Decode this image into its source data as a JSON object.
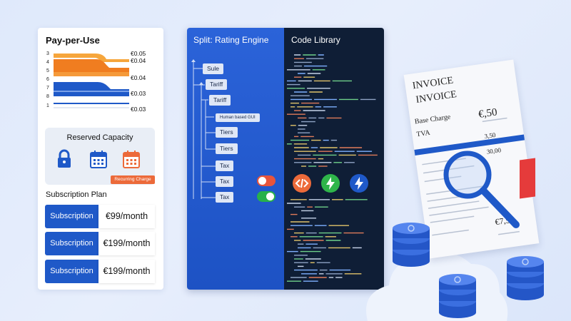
{
  "pay_per_use": {
    "title": "Pay-per-Use",
    "row_labels": [
      "3",
      "4",
      "5",
      "6",
      "7",
      "8",
      "1"
    ],
    "prices": [
      "€0.05",
      "€0.04",
      "€0.04",
      "€0.03",
      "€0.03"
    ],
    "colors": {
      "orange": "#f07d20",
      "orange_light": "#f6a63c",
      "blue": "#1f59c8",
      "blue_light": "#7aa0e8"
    }
  },
  "reserved_capacity": {
    "title": "Reserved Capacity",
    "icons": [
      "lock-icon",
      "calendar-icon",
      "calendar-orange-icon"
    ],
    "badge": "Recurring Charge"
  },
  "subscription_plan": {
    "title": "Subscription Plan",
    "rows": [
      {
        "label": "Subscription",
        "price": "€99/month"
      },
      {
        "label": "Subscription",
        "price": "€199/month"
      },
      {
        "label": "Subscription",
        "price": "€199/month"
      }
    ]
  },
  "rating_engine": {
    "title": "Split: Rating Engine",
    "nodes": [
      "Sule",
      "Tariff",
      "Tariff",
      "Human based GUI",
      "Tiers",
      "Tiers",
      "Tax",
      "Tax",
      "Tax"
    ]
  },
  "code_library": {
    "title": "Code Library",
    "icons": [
      "code-icon",
      "lightning-icon",
      "lightning-blue-icon"
    ]
  },
  "invoice": {
    "heading1": "INVOICE",
    "heading2": "INVOICE",
    "base_charge_label": "Base Charge",
    "base_charge_value": "€,50",
    "tva_label": "TVA",
    "value_a": "3,50",
    "value_b": "30,00",
    "total": "€7,50",
    "accent": "#e53b3b"
  }
}
